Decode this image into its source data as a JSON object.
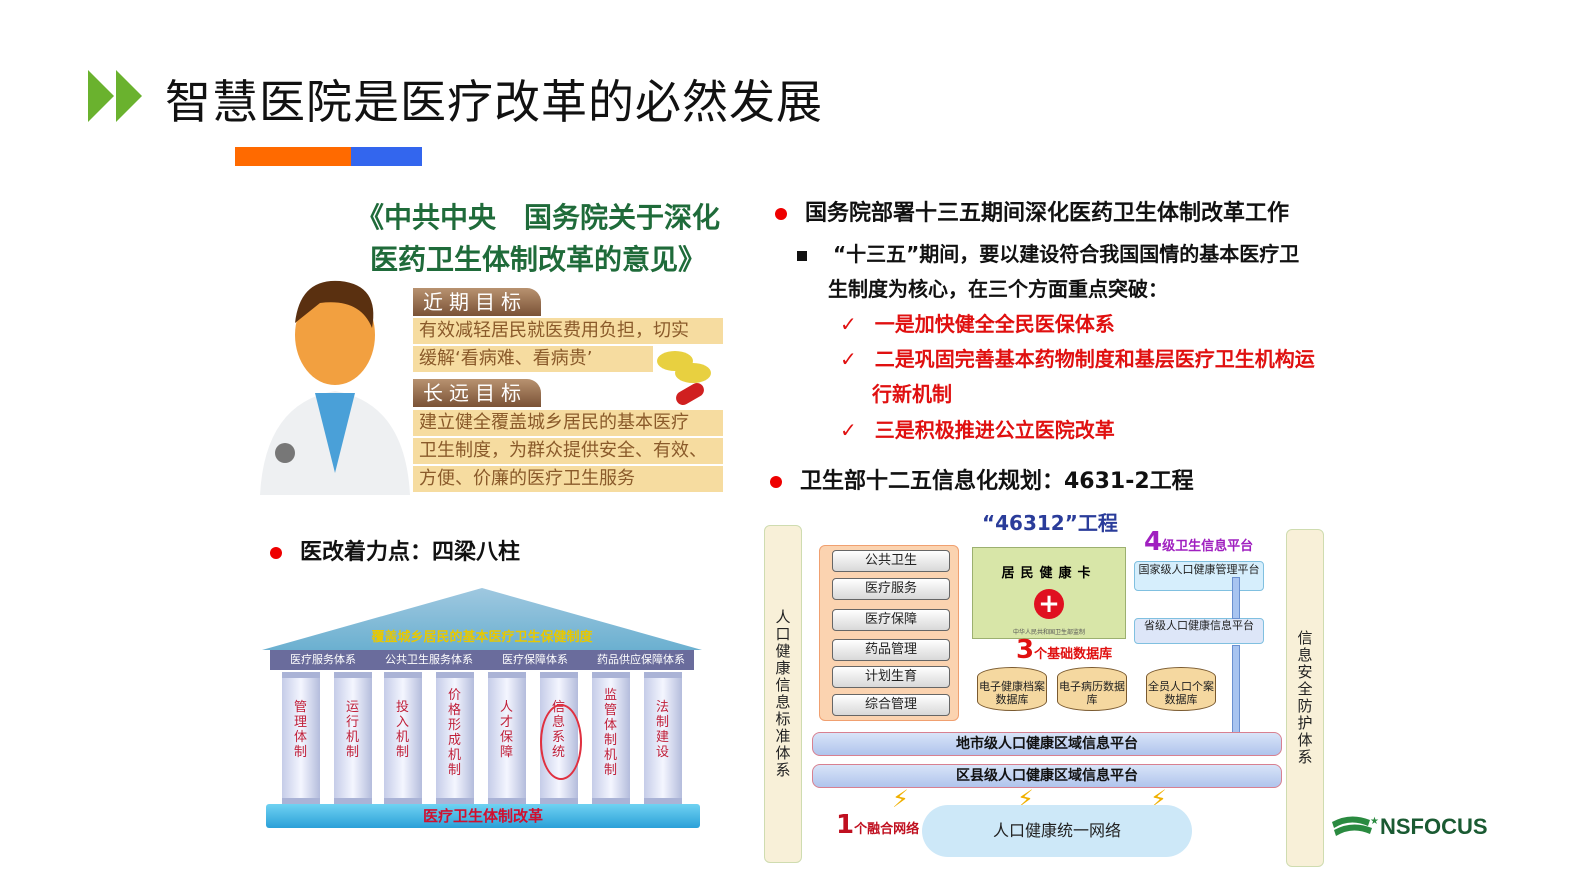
{
  "header": {
    "title": "智慧医院是医疗改革的必然发展",
    "accent_colors": [
      "#6ab22e",
      "#ff6a00",
      "#3366ee"
    ]
  },
  "left": {
    "doc_image": {
      "title_line1": "《中共中央　国务院关于深化",
      "title_line2": "医药卫生体制改革的意见》",
      "near_term_tag": "近期目标",
      "near_term_lines": [
        "有效减轻居民就医费用负担，切实",
        "缓解‘看病难、看病贵’"
      ],
      "long_term_tag": "长远目标",
      "long_term_lines": [
        "建立健全覆盖城乡居民的基本医疗",
        "卫生制度，为群众提供安全、有效、",
        "方便、价廉的医疗卫生服务"
      ]
    },
    "bullet": "医改着力点：四梁八柱",
    "temple": {
      "roof": "覆盖城乡居民的基本医疗卫生保健制度",
      "beams": [
        "医疗服务体系",
        "公共卫生服务体系",
        "医疗保障体系",
        "药品供应保障体系"
      ],
      "pillars": [
        "管理体制",
        "运行机制",
        "投入机制",
        "价格形成机制",
        "人才保障",
        "信息系统",
        "监管体制机制",
        "法制建设"
      ],
      "highlighted_pillar": "信息系统",
      "base": "医疗卫生体制改革"
    }
  },
  "right": {
    "bullet1": "国务院部署十三五期间深化医药卫生体制改革工作",
    "sub1_line1": "“十三五”期间，要以建设符合我国国情的基本医疗卫",
    "sub1_line2": "生制度为核心，在三个方面重点突破：",
    "checks": [
      "一是加快健全全民医保体系",
      "二是巩固完善基本药物制度和基层医疗卫生机构运",
      "行新机制",
      "三是积极推进公立医院改革"
    ],
    "check_mark": "✓",
    "bullet2": "卫生部十二五信息化规划：4631-2工程",
    "diagram": {
      "title": "“46312”工程",
      "left_bar": "人口健康信息标准体系",
      "right_bar": "信息安全防护体系",
      "menu": [
        "公共卫生",
        "医疗服务",
        "医疗保障",
        "药品管理",
        "计划生育",
        "综合管理"
      ],
      "card_title": "居民健康卡",
      "card_sub": "中华人民共和国卫生部监制",
      "db_num": "3",
      "db_label": "个基础数据库",
      "databases": [
        "电子健康档案数据库",
        "电子病历数据库",
        "全员人口个案数据库"
      ],
      "lvl_num": "4",
      "lvl_label": "级卫生信息平台",
      "national": "国家级人口健康管理平台",
      "provincial": "省级人口健康信息平台",
      "city": "地市级人口健康区域信息平台",
      "county": "区县级人口健康区域信息平台",
      "net_num": "1",
      "net_label": "个融合网络",
      "network": "人口健康统一网络"
    }
  },
  "logo": {
    "text": "NSFOCUS",
    "color": "#1a5a32"
  }
}
